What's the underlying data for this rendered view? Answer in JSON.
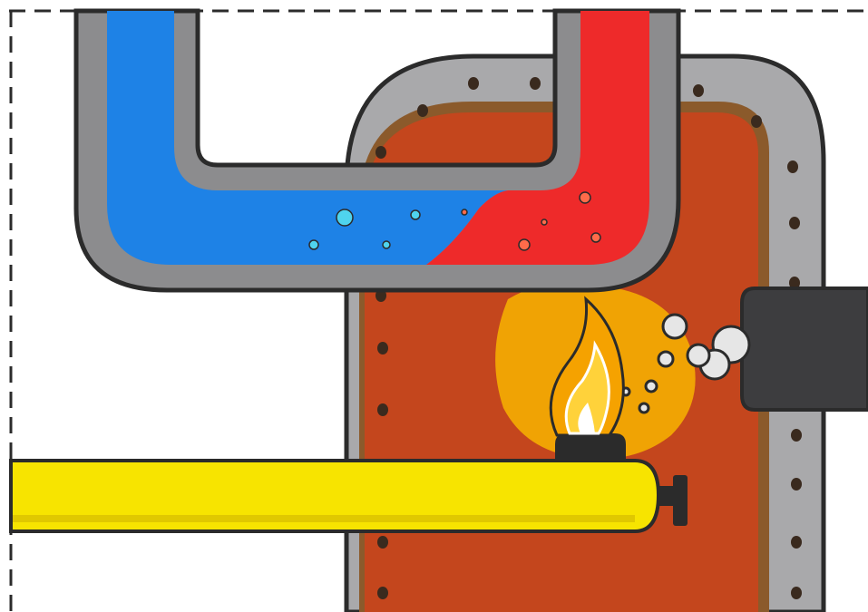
{
  "illustration": {
    "subject": "boiler-heating-water-diagram",
    "style": "hand-drawn-marker",
    "border": "dashed-frame-top-left",
    "colors": {
      "background": "#ffffff",
      "outline": "#2b2b2b",
      "metal_frame": "#a9a9ab",
      "rivet": "#3a2a1e",
      "boiler_body": "#c4461d",
      "boiler_edge": "#8b5a2b",
      "cold_water": "#1e82e6",
      "hot_water": "#ee2a2a",
      "pipe_wall": "#8c8c8e",
      "gas_pipe": "#f7e400",
      "gas_pipe_shade": "#e0c800",
      "flame_outer": "#f5a200",
      "flame_inner": "#ffd23a",
      "flame_core": "#ffffff",
      "glow": "#f8b400",
      "exhaust_pipe": "#3d3d3f",
      "smoke": "#e6e6e6",
      "bubble_cold": "#4fd4ee",
      "bubble_hot": "#ff6b4a"
    },
    "parts": [
      "cold-water-pipe",
      "hot-water-pipe",
      "boiler-tank",
      "gas-supply-pipe",
      "gas-valve",
      "burner",
      "flame",
      "exhaust-flue",
      "exhaust-smoke"
    ]
  }
}
